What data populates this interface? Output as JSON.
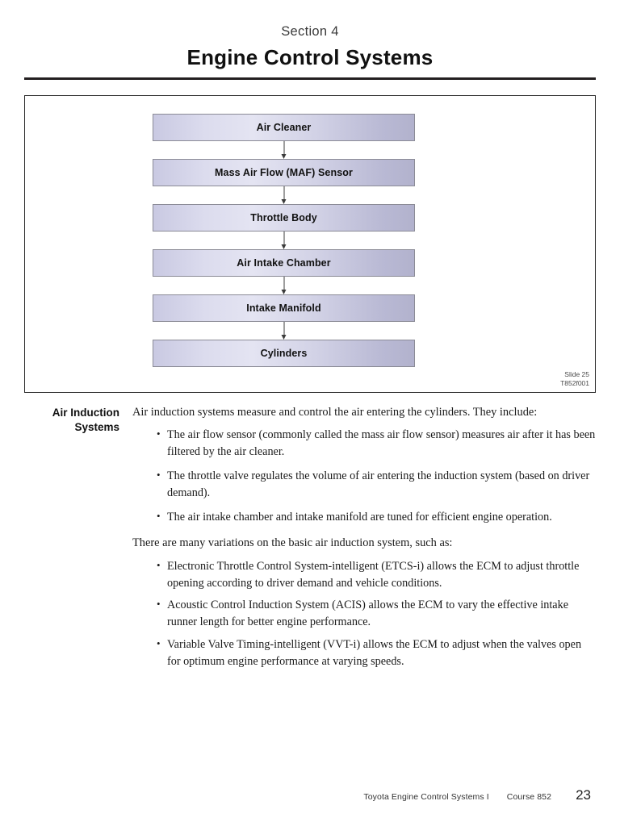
{
  "header": {
    "section_label": "Section 4",
    "title": "Engine Control Systems"
  },
  "figure": {
    "flow_steps": [
      {
        "label": "Air Cleaner"
      },
      {
        "label": "Mass Air Flow (MAF) Sensor"
      },
      {
        "label": "Throttle Body"
      },
      {
        "label": "Air Intake Chamber"
      },
      {
        "label": "Intake Manifold"
      },
      {
        "label": "Cylinders"
      }
    ],
    "slide_number": "Slide 25",
    "figure_code": "T852f001",
    "box_gradient_start": "#c9c9e2",
    "box_gradient_mid": "#e4e4f2",
    "box_gradient_end": "#b2b2cd",
    "box_border_color": "#8b8b96",
    "arrow_color": "#3c3c3c"
  },
  "content": {
    "side_heading_line1": "Air Induction",
    "side_heading_line2": "Systems",
    "intro_paragraph": "Air induction systems measure and control the air entering the cylinders. They include:",
    "intro_bullets": [
      "The air flow sensor (commonly called the mass air flow sensor) measures air after it has been filtered by the air cleaner.",
      "The throttle valve regulates the volume of air entering the induction system (based on driver demand).",
      "The air intake chamber and intake manifold are tuned for efficient engine operation."
    ],
    "variations_paragraph": "There are many variations on the basic air induction system, such as:",
    "variations_bullets": [
      "Electronic Throttle Control System-intelligent (ETCS-i) allows the ECM to adjust throttle opening according to driver demand and vehicle conditions.",
      "Acoustic Control Induction System (ACIS) allows the ECM to vary the effective intake runner length for better engine performance.",
      "Variable Valve Timing-intelligent (VVT-i) allows the ECM to adjust when the valves open for optimum engine performance at varying speeds."
    ]
  },
  "footer": {
    "document_name": "Toyota Engine Control Systems I",
    "course": "Course 852",
    "page_number": "23"
  }
}
